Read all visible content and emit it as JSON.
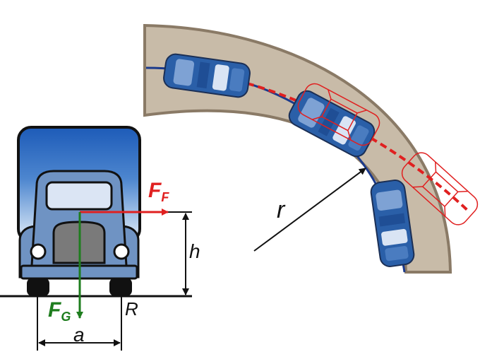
{
  "labels": {
    "friction_force": {
      "symbol": "F",
      "subscript": "F"
    },
    "gravity_force": {
      "symbol": "F",
      "subscript": "G"
    },
    "height": "h",
    "track_width": "a",
    "tipping_point": "R",
    "radius": "r"
  },
  "colors": {
    "truck_body": "#6f93c3",
    "truck_outline": "#111111",
    "friction_arrow": "#e02020",
    "gravity_arrow": "#1e7d1e",
    "road_surface": "#c8bba8",
    "road_edge": "#8a7a66",
    "lane_line": "#1b3a8c",
    "ghost_car": "#e02020"
  }
}
